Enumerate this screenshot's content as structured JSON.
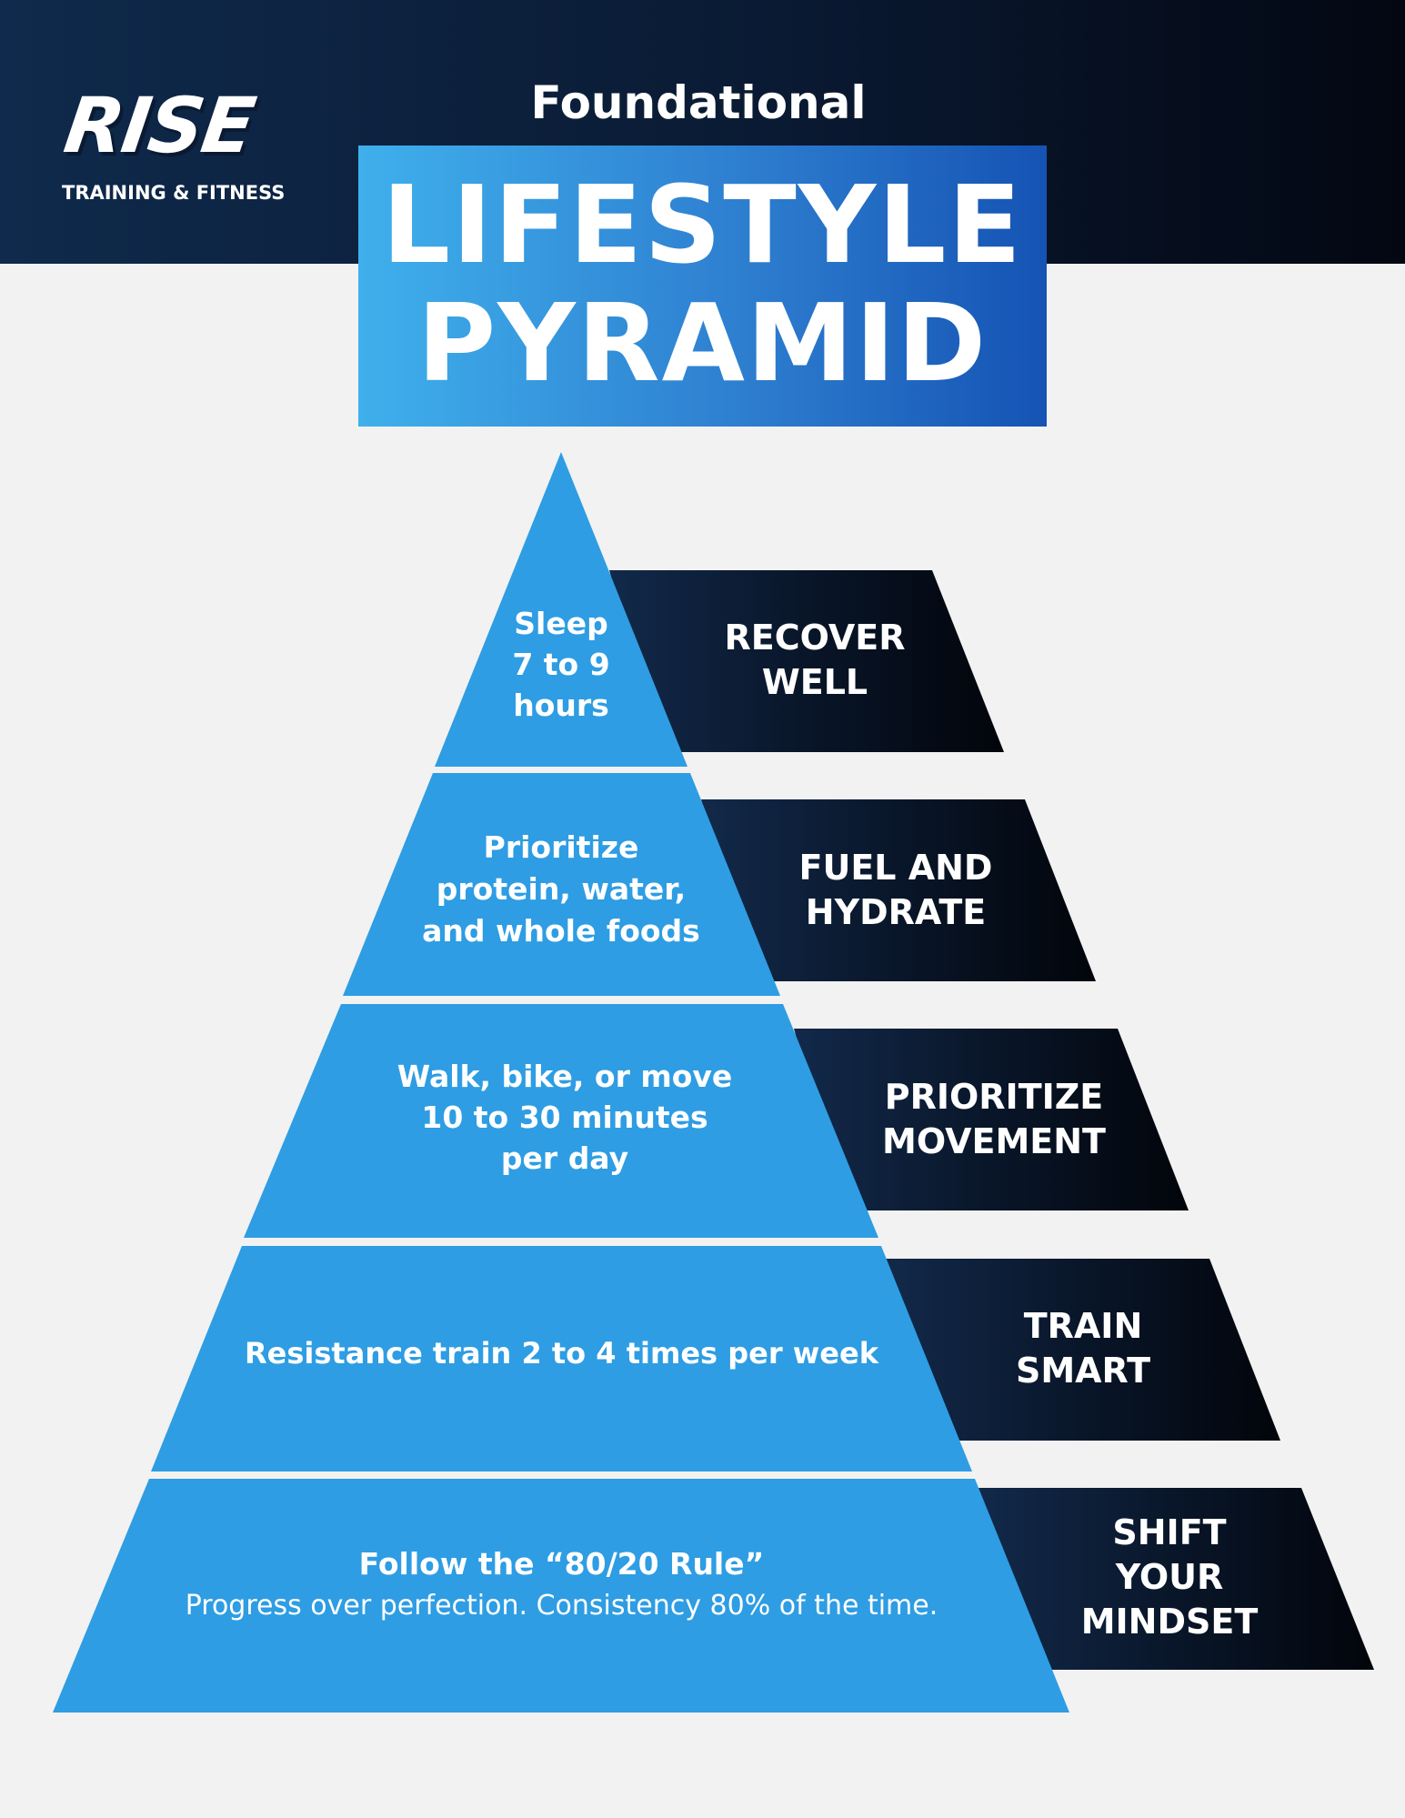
{
  "brand": {
    "logo_word": "RISE",
    "logo_subtitle": "TRAINING & FITNESS"
  },
  "header": {
    "kicker": "Foundational",
    "title_line1": "LIFESTYLE",
    "title_line2": "PYRAMID"
  },
  "colors": {
    "header_dark": "#0a1a33",
    "pyramid_blue": "#2e9de3",
    "title_gradient_start": "#3fb0ec",
    "title_gradient_end": "#1553b4",
    "label_dark": "#040a16",
    "background": "#f2f2f2"
  },
  "tiers": [
    {
      "text_lines": [
        "Sleep",
        "7 to 9",
        "hours"
      ],
      "label_lines": [
        "RECOVER",
        "WELL"
      ]
    },
    {
      "text_lines": [
        "Prioritize",
        "protein, water,",
        "and whole foods"
      ],
      "label_lines": [
        "FUEL AND",
        "HYDRATE"
      ]
    },
    {
      "text_lines": [
        "Walk, bike, or move",
        "10 to 30 minutes",
        "per day"
      ],
      "label_lines": [
        "PRIORITIZE",
        "MOVEMENT"
      ]
    },
    {
      "text_lines": [
        "Resistance train 2 to 4 times per week"
      ],
      "label_lines": [
        "TRAIN",
        "SMART"
      ]
    },
    {
      "text_lines": [
        "Follow the “80/20 Rule”"
      ],
      "sub_text": "Progress over perfection. Consistency 80% of the time.",
      "label_lines": [
        "SHIFT",
        "YOUR",
        "MINDSET"
      ]
    }
  ]
}
